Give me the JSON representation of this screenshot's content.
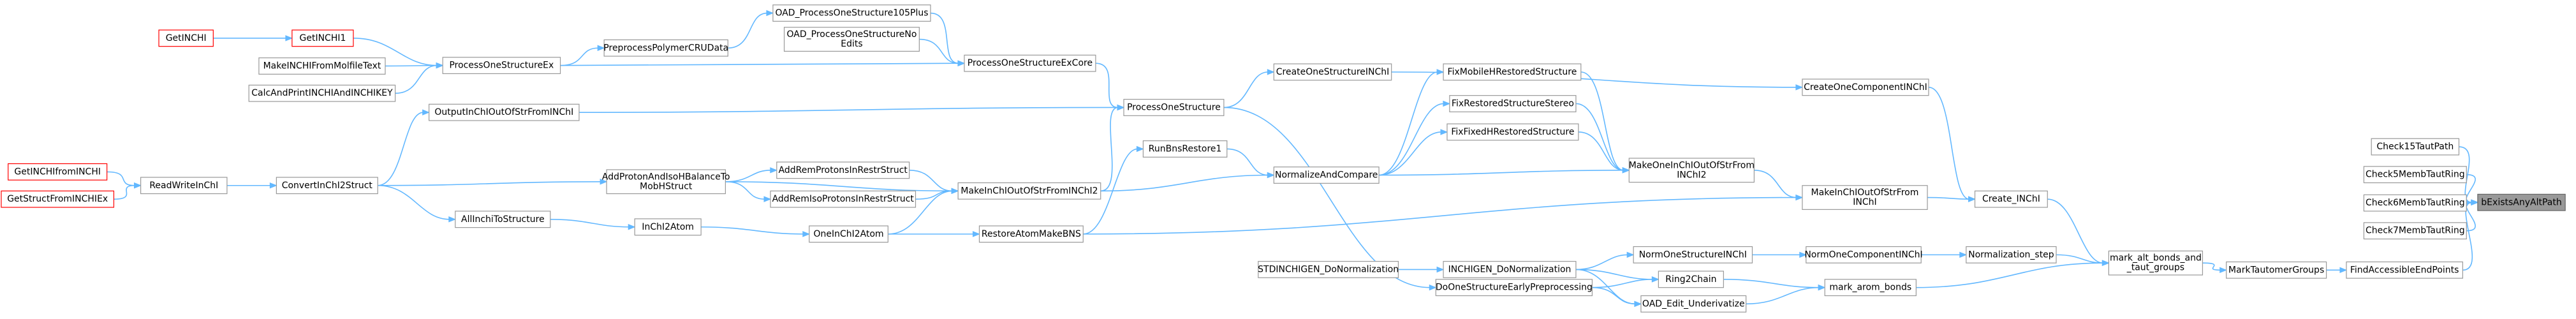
{
  "graph": {
    "colors": {
      "edge": "#63b8ff",
      "node_border": "#999999",
      "missing_border": "#ff0000",
      "target_fill": "#999999"
    },
    "nodes": [
      {
        "id": "GetINCHI",
        "label": "GetINCHI",
        "missing": true
      },
      {
        "id": "GetINCHI1",
        "label": "GetINCHI1",
        "missing": true
      },
      {
        "id": "MakeINCHIFromMolfileText",
        "label": "MakeINCHIFromMolfileText"
      },
      {
        "id": "CalcAndPrintINCHIAndINCHIKEY",
        "label": "CalcAndPrintINCHIAndINCHIKEY"
      },
      {
        "id": "ProcessOneStructureEx",
        "label": "ProcessOneStructureEx"
      },
      {
        "id": "PreprocessPolymerCRUData",
        "label": "PreprocessPolymerCRUData"
      },
      {
        "id": "OAD_ProcessOneStructure105Plus",
        "label": "OAD_ProcessOneStructure105Plus"
      },
      {
        "id": "OAD_ProcessOneStructureNoEdits",
        "label": "OAD_ProcessOneStructureNo\nEdits"
      },
      {
        "id": "ProcessOneStructureExCore",
        "label": "ProcessOneStructureExCore"
      },
      {
        "id": "GetINCHIfromINCHI",
        "label": "GetINCHIfromINCHI",
        "missing": true
      },
      {
        "id": "GetStructFromINCHIEx",
        "label": "GetStructFromINCHIEx",
        "missing": true
      },
      {
        "id": "ReadWriteInChI",
        "label": "ReadWriteInChI"
      },
      {
        "id": "ConvertInChI2Struct",
        "label": "ConvertInChI2Struct"
      },
      {
        "id": "OutputInChIOutOfStrFromINChI",
        "label": "OutputInChIOutOfStrFromINChI"
      },
      {
        "id": "AddProtonAndIsoHBalanceToMobHStruct",
        "label": "AddProtonAndIsoHBalanceTo\nMobHStruct"
      },
      {
        "id": "AddRemProtonsInRestrStruct",
        "label": "AddRemProtonsInRestrStruct"
      },
      {
        "id": "AddRemIsoProtonsInRestrStruct",
        "label": "AddRemIsoProtonsInRestrStruct"
      },
      {
        "id": "AllInchiToStructure",
        "label": "AllInchiToStructure"
      },
      {
        "id": "InChI2Atom",
        "label": "InChI2Atom"
      },
      {
        "id": "OneInChI2Atom",
        "label": "OneInChI2Atom"
      },
      {
        "id": "MakeInChIOutOfStrFromINChI2",
        "label": "MakeInChIOutOfStrFromINChI2"
      },
      {
        "id": "RestoreAtomMakeBNS",
        "label": "RestoreAtomMakeBNS"
      },
      {
        "id": "RunBnsRestore1",
        "label": "RunBnsRestore1"
      },
      {
        "id": "ProcessOneStructure",
        "label": "ProcessOneStructure"
      },
      {
        "id": "CreateOneStructureINChI",
        "label": "CreateOneStructureINChI"
      },
      {
        "id": "NormalizeAndCompare",
        "label": "NormalizeAndCompare"
      },
      {
        "id": "FixMobileHRestoredStructure",
        "label": "FixMobileHRestoredStructure"
      },
      {
        "id": "FixRestoredStructureStereo",
        "label": "FixRestoredStructureStereo"
      },
      {
        "id": "FixFixedHRestoredStructure",
        "label": "FixFixedHRestoredStructure"
      },
      {
        "id": "MakeOneInChIOutOfStrFromINChI2",
        "label": "MakeOneInChIOutOfStrFrom\nINChI2"
      },
      {
        "id": "MakeInChIOutOfStrFromINChI",
        "label": "MakeInChIOutOfStrFrom\nINChI"
      },
      {
        "id": "CreateOneComponentINChI",
        "label": "CreateOneComponentINChI"
      },
      {
        "id": "Create_INChI",
        "label": "Create_INChI"
      },
      {
        "id": "STDINCHIGEN_DoNormalization",
        "label": "STDINCHIGEN_DoNormalization"
      },
      {
        "id": "INCHIGEN_DoNormalization",
        "label": "INCHIGEN_DoNormalization"
      },
      {
        "id": "DoOneStructureEarlyPreprocessing",
        "label": "DoOneStructureEarlyPreprocessing"
      },
      {
        "id": "NormOneStructureINChI",
        "label": "NormOneStructureINChI"
      },
      {
        "id": "Ring2Chain",
        "label": "Ring2Chain"
      },
      {
        "id": "OAD_Edit_Underivatize",
        "label": "OAD_Edit_Underivatize"
      },
      {
        "id": "NormOneComponentINChI",
        "label": "NormOneComponentINChI"
      },
      {
        "id": "Normalization_step",
        "label": "Normalization_step"
      },
      {
        "id": "mark_arom_bonds",
        "label": "mark_arom_bonds"
      },
      {
        "id": "mark_alt_bonds_and_taut_groups",
        "label": "mark_alt_bonds_and\n_taut_groups"
      },
      {
        "id": "MarkTautomerGroups",
        "label": "MarkTautomerGroups"
      },
      {
        "id": "FindAccessibleEndPoints",
        "label": "FindAccessibleEndPoints"
      },
      {
        "id": "Check15TautPath",
        "label": "Check15TautPath"
      },
      {
        "id": "Check5MembTautRing",
        "label": "Check5MembTautRing"
      },
      {
        "id": "Check6MembTautRing",
        "label": "Check6MembTautRing"
      },
      {
        "id": "Check7MembTautRing",
        "label": "Check7MembTautRing"
      },
      {
        "id": "bExistsAnyAltPath",
        "label": "bExistsAnyAltPath",
        "target": true
      }
    ],
    "edges": [
      [
        "GetINCHI",
        "GetINCHI1"
      ],
      [
        "GetINCHI1",
        "ProcessOneStructureEx"
      ],
      [
        "MakeINCHIFromMolfileText",
        "ProcessOneStructureEx"
      ],
      [
        "CalcAndPrintINCHIAndINCHIKEY",
        "ProcessOneStructureEx"
      ],
      [
        "ProcessOneStructureEx",
        "PreprocessPolymerCRUData"
      ],
      [
        "ProcessOneStructureEx",
        "ProcessOneStructureExCore"
      ],
      [
        "PreprocessPolymerCRUData",
        "OAD_ProcessOneStructure105Plus"
      ],
      [
        "OAD_ProcessOneStructure105Plus",
        "ProcessOneStructureExCore"
      ],
      [
        "OAD_ProcessOneStructureNoEdits",
        "ProcessOneStructureExCore"
      ],
      [
        "ProcessOneStructureExCore",
        "ProcessOneStructure"
      ],
      [
        "GetINCHIfromINCHI",
        "ReadWriteInChI"
      ],
      [
        "GetStructFromINCHIEx",
        "ReadWriteInChI"
      ],
      [
        "ReadWriteInChI",
        "ConvertInChI2Struct"
      ],
      [
        "ConvertInChI2Struct",
        "OutputInChIOutOfStrFromINChI"
      ],
      [
        "ConvertInChI2Struct",
        "AddProtonAndIsoHBalanceToMobHStruct"
      ],
      [
        "ConvertInChI2Struct",
        "AllInchiToStructure"
      ],
      [
        "OutputInChIOutOfStrFromINChI",
        "ProcessOneStructure"
      ],
      [
        "AddProtonAndIsoHBalanceToMobHStruct",
        "AddRemProtonsInRestrStruct"
      ],
      [
        "AddProtonAndIsoHBalanceToMobHStruct",
        "AddRemIsoProtonsInRestrStruct"
      ],
      [
        "AddRemProtonsInRestrStruct",
        "MakeInChIOutOfStrFromINChI2"
      ],
      [
        "AddRemIsoProtonsInRestrStruct",
        "MakeInChIOutOfStrFromINChI2"
      ],
      [
        "AddProtonAndIsoHBalanceToMobHStruct",
        "MakeInChIOutOfStrFromINChI2"
      ],
      [
        "AllInchiToStructure",
        "InChI2Atom"
      ],
      [
        "InChI2Atom",
        "OneInChI2Atom"
      ],
      [
        "OneInChI2Atom",
        "MakeInChIOutOfStrFromINChI2"
      ],
      [
        "OneInChI2Atom",
        "RestoreAtomMakeBNS"
      ],
      [
        "RestoreAtomMakeBNS",
        "RunBnsRestore1"
      ],
      [
        "RunBnsRestore1",
        "NormalizeAndCompare"
      ],
      [
        "MakeInChIOutOfStrFromINChI2",
        "ProcessOneStructure"
      ],
      [
        "MakeInChIOutOfStrFromINChI2",
        "NormalizeAndCompare"
      ],
      [
        "ProcessOneStructure",
        "CreateOneStructureINChI"
      ],
      [
        "ProcessOneStructure",
        "DoOneStructureEarlyPreprocessing"
      ],
      [
        "CreateOneStructureINChI",
        "CreateOneComponentINChI"
      ],
      [
        "NormalizeAndCompare",
        "FixMobileHRestoredStructure"
      ],
      [
        "NormalizeAndCompare",
        "FixRestoredStructureStereo"
      ],
      [
        "NormalizeAndCompare",
        "FixFixedHRestoredStructure"
      ],
      [
        "NormalizeAndCompare",
        "MakeOneInChIOutOfStrFromINChI2"
      ],
      [
        "FixMobileHRestoredStructure",
        "MakeOneInChIOutOfStrFromINChI2"
      ],
      [
        "FixRestoredStructureStereo",
        "MakeOneInChIOutOfStrFromINChI2"
      ],
      [
        "FixFixedHRestoredStructure",
        "MakeOneInChIOutOfStrFromINChI2"
      ],
      [
        "MakeOneInChIOutOfStrFromINChI2",
        "MakeInChIOutOfStrFromINChI"
      ],
      [
        "RestoreAtomMakeBNS",
        "MakeInChIOutOfStrFromINChI"
      ],
      [
        "MakeInChIOutOfStrFromINChI",
        "Create_INChI"
      ],
      [
        "CreateOneComponentINChI",
        "Create_INChI"
      ],
      [
        "Create_INChI",
        "mark_alt_bonds_and_taut_groups"
      ],
      [
        "STDINCHIGEN_DoNormalization",
        "INCHIGEN_DoNormalization"
      ],
      [
        "INCHIGEN_DoNormalization",
        "NormOneStructureINChI"
      ],
      [
        "INCHIGEN_DoNormalization",
        "Ring2Chain"
      ],
      [
        "INCHIGEN_DoNormalization",
        "OAD_Edit_Underivatize"
      ],
      [
        "DoOneStructureEarlyPreprocessing",
        "Ring2Chain"
      ],
      [
        "DoOneStructureEarlyPreprocessing",
        "OAD_Edit_Underivatize"
      ],
      [
        "NormOneStructureINChI",
        "NormOneComponentINChI"
      ],
      [
        "NormOneComponentINChI",
        "Normalization_step"
      ],
      [
        "Normalization_step",
        "mark_alt_bonds_and_taut_groups"
      ],
      [
        "Ring2Chain",
        "mark_arom_bonds"
      ],
      [
        "OAD_Edit_Underivatize",
        "mark_arom_bonds"
      ],
      [
        "mark_arom_bonds",
        "mark_alt_bonds_and_taut_groups"
      ],
      [
        "mark_alt_bonds_and_taut_groups",
        "MarkTautomerGroups"
      ],
      [
        "MarkTautomerGroups",
        "FindAccessibleEndPoints"
      ],
      [
        "FindAccessibleEndPoints",
        "bExistsAnyAltPath"
      ],
      [
        "Check15TautPath",
        "bExistsAnyAltPath"
      ],
      [
        "Check5MembTautRing",
        "bExistsAnyAltPath"
      ],
      [
        "Check6MembTautRing",
        "bExistsAnyAltPath"
      ],
      [
        "Check7MembTautRing",
        "bExistsAnyAltPath"
      ]
    ]
  }
}
